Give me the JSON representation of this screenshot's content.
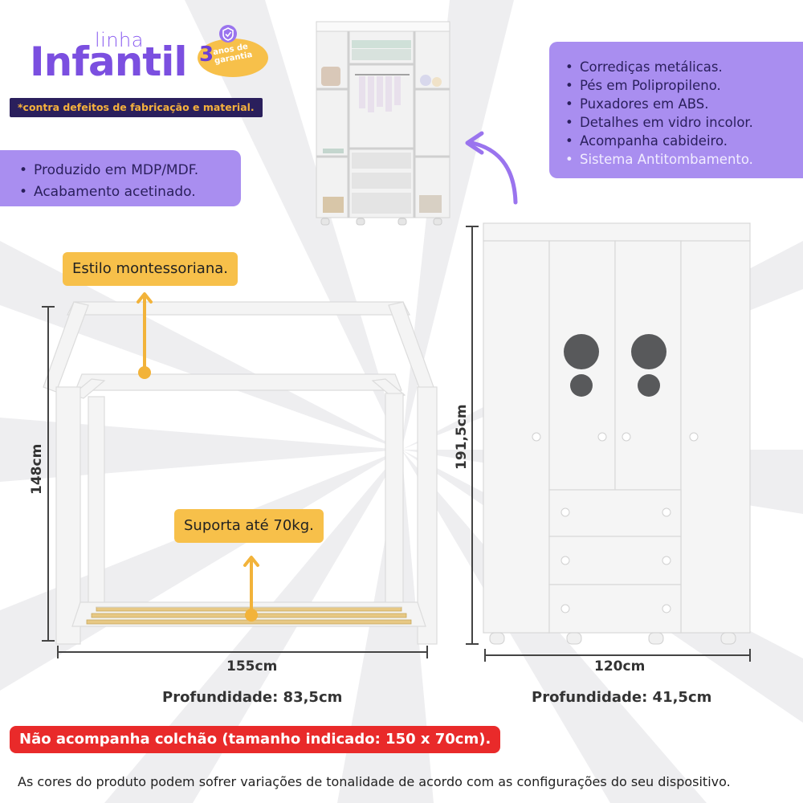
{
  "brand": {
    "line": "linha",
    "name": "Infantil",
    "warranty_number": "3",
    "warranty_text_1": "anos de",
    "warranty_text_2": "garantia",
    "defects_note": "*contra defeitos de fabricação e material."
  },
  "features_left": [
    "Produzido em MDP/MDF.",
    "Acabamento acetinado."
  ],
  "features_right": [
    "Corrediças metálicas.",
    "Pés em Polipropileno.",
    "Puxadores em ABS.",
    "Detalhes em vidro incolor.",
    "Acompanha cabideiro.",
    "Sistema Antitombamento."
  ],
  "bed": {
    "style_label": "Estilo montessoriana.",
    "load_label": "Suporta até 70kg.",
    "height": "148cm",
    "width": "155cm",
    "depth": "Profundidade: 83,5cm"
  },
  "wardrobe": {
    "height": "191,5cm",
    "width": "120cm",
    "depth": "Profundidade: 41,5cm"
  },
  "notice": "Não acompanha colchão (tamanho indicado: 150 x 70cm).",
  "disclaimer": "As cores do produto podem sofrer variações de tonalidade de acordo com as configurações do seu dispositivo.",
  "colors": {
    "purple_box": "#a98ef0",
    "brand_purple": "#7b4fe0",
    "navy": "#2a1f5c",
    "yellow": "#f7c04a",
    "red": "#e92a2a"
  }
}
